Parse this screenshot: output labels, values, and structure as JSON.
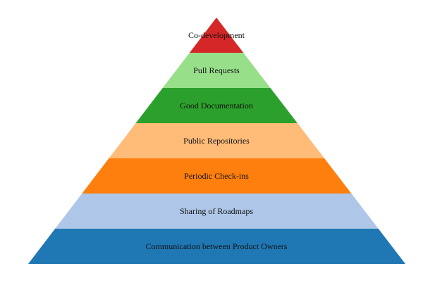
{
  "pyramid": {
    "levels": [
      {
        "label": "Co-development",
        "color": "#d62728"
      },
      {
        "label": "Pull Requests",
        "color": "#98df8a"
      },
      {
        "label": "Good Documentation",
        "color": "#2ca02c"
      },
      {
        "label": "Public Repositories",
        "color": "#ffbb78"
      },
      {
        "label": "Periodic Check-ins",
        "color": "#ff7f0e"
      },
      {
        "label": "Sharing of Roadmaps",
        "color": "#aec7e8"
      },
      {
        "label": "Communication between Product Owners",
        "color": "#1f77b4"
      }
    ]
  }
}
